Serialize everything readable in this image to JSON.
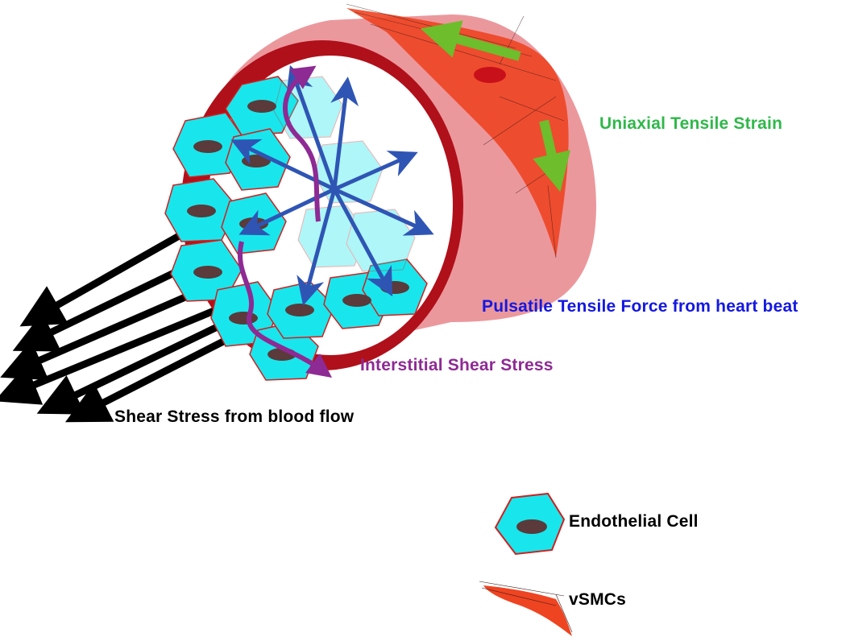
{
  "labels": {
    "uniaxial_tensile_strain": "Uniaxial Tensile Strain",
    "pulsatile_tensile_force": "Pulsatile Tensile Force from heart beat",
    "interstitial_shear_stress": "Interstitial Shear Stress",
    "shear_stress_blood_flow": "Shear Stress from blood flow"
  },
  "legend": {
    "endothelial_cell": "Endothelial Cell",
    "vsmcs": "vSMCs"
  },
  "colors": {
    "vessel_wall": "#e8868c",
    "vessel_rim": "#b0101a",
    "endothelial_fill": "#19e6ec",
    "endothelial_stroke": "#d21e1e",
    "nucleus": "#5a3a3a",
    "vsmc": "#ee4422",
    "strain_arrow": "#6dbd2c",
    "pulse_arrow": "#2f55b4",
    "interstitial_arrow": "#8e2a94",
    "flow_arrow": "#000000",
    "strain_text": "#2fb84a",
    "pulse_text": "#1418e0",
    "interstitial_text": "#8e2a94"
  }
}
